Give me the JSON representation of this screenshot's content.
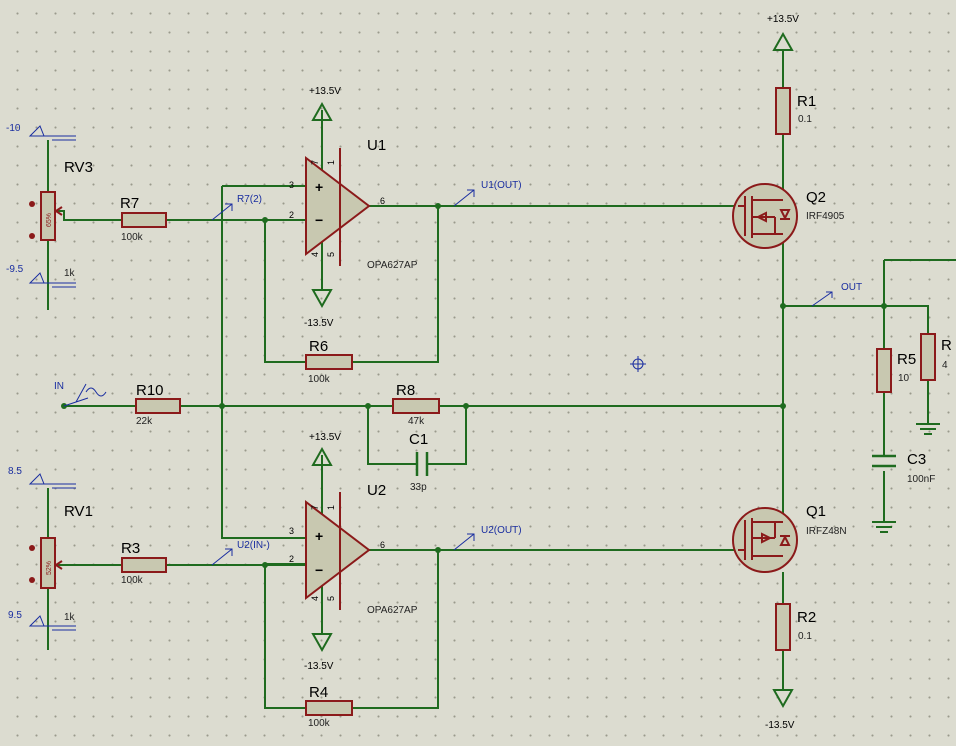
{
  "power": {
    "vpos": "+13.5V",
    "vneg": "-13.5V",
    "u1_vpos": "+13.5V",
    "u1_vneg": "-13.5V",
    "u2_vpos": "+13.5V",
    "u2_vneg": "-13.5V"
  },
  "components": {
    "R1": {
      "ref": "R1",
      "value": "0.1"
    },
    "R2": {
      "ref": "R2",
      "value": "0.1"
    },
    "R3": {
      "ref": "R3",
      "value": "100k"
    },
    "R4": {
      "ref": "R4",
      "value": "100k"
    },
    "R5": {
      "ref": "R5",
      "value": "10"
    },
    "R6": {
      "ref": "R6",
      "value": "100k"
    },
    "R7": {
      "ref": "R7",
      "value": "100k"
    },
    "R8": {
      "ref": "R8",
      "value": "47k"
    },
    "R10": {
      "ref": "R10",
      "value": "22k"
    },
    "RL": {
      "ref": "R",
      "value": "4"
    },
    "C1": {
      "ref": "C1",
      "value": "33p"
    },
    "C3": {
      "ref": "C3",
      "value": "100nF"
    },
    "Q1": {
      "ref": "Q1",
      "value": "IRFZ48N"
    },
    "Q2": {
      "ref": "Q2",
      "value": "IRF4905"
    },
    "U1": {
      "ref": "U1",
      "value": "OPA627AP"
    },
    "U2": {
      "ref": "U2",
      "value": "OPA627AP"
    },
    "RV1": {
      "ref": "RV1",
      "value": "1k",
      "setting": "52%",
      "top": "8.5",
      "bottom": "9.5"
    },
    "RV3": {
      "ref": "RV3",
      "value": "1k",
      "setting": "65%",
      "top": "-10",
      "bottom": "-9.5"
    }
  },
  "pins": {
    "inv": "−",
    "noninv": "+",
    "p1": "1",
    "p2": "2",
    "p3": "3",
    "p4": "4",
    "p5": "5",
    "p6": "6",
    "p7": "7"
  },
  "nets": {
    "in": "IN",
    "out": "OUT",
    "u1_out": "U1(OUT)",
    "u2_out": "U2(OUT)",
    "r7": "R7(2)",
    "u2_in": "U2(IN-)"
  }
}
